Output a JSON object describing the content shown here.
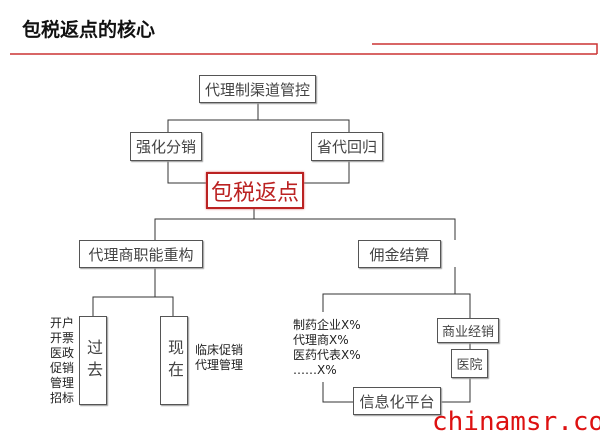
{
  "title": "包税返点的核心",
  "nodes": {
    "top": "代理制渠道管控",
    "left_branch": "强化分销",
    "right_branch": "省代回归",
    "center": "包税返点",
    "agent_restructure": "代理商职能重构",
    "commission": "佣金结算",
    "past": "过去",
    "now": "现在",
    "commercial": "商业经销",
    "hospital": "医院",
    "platform": "信息化平台"
  },
  "past_items": [
    "开户",
    "开票",
    "医政",
    "促销",
    "管理",
    "招标"
  ],
  "now_items": [
    "临床促销",
    "代理管理"
  ],
  "commission_items": [
    "制药企业X%",
    "代理商X%",
    "医药代表X%",
    "……X%"
  ],
  "watermark": "chinamsr.com",
  "colors": {
    "accent": "#b22222"
  }
}
